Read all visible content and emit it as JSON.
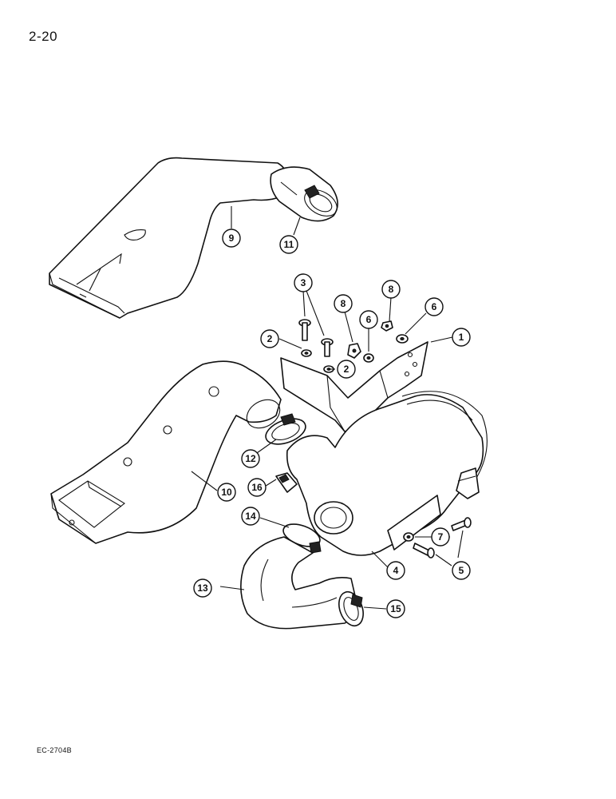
{
  "page": {
    "number": "2-20",
    "figure_code": "EC-2704B"
  },
  "callouts": [
    {
      "id": "c1",
      "label": "1"
    },
    {
      "id": "c2a",
      "label": "2"
    },
    {
      "id": "c2b",
      "label": "2"
    },
    {
      "id": "c3",
      "label": "3"
    },
    {
      "id": "c4",
      "label": "4"
    },
    {
      "id": "c5",
      "label": "5"
    },
    {
      "id": "c6a",
      "label": "6"
    },
    {
      "id": "c6b",
      "label": "6"
    },
    {
      "id": "c7",
      "label": "7"
    },
    {
      "id": "c8a",
      "label": "8"
    },
    {
      "id": "c8b",
      "label": "8"
    },
    {
      "id": "c9",
      "label": "9"
    },
    {
      "id": "c10",
      "label": "10"
    },
    {
      "id": "c11",
      "label": "11"
    },
    {
      "id": "c12",
      "label": "12"
    },
    {
      "id": "c13",
      "label": "13"
    },
    {
      "id": "c14",
      "label": "14"
    },
    {
      "id": "c15",
      "label": "15"
    },
    {
      "id": "c16",
      "label": "16"
    }
  ]
}
